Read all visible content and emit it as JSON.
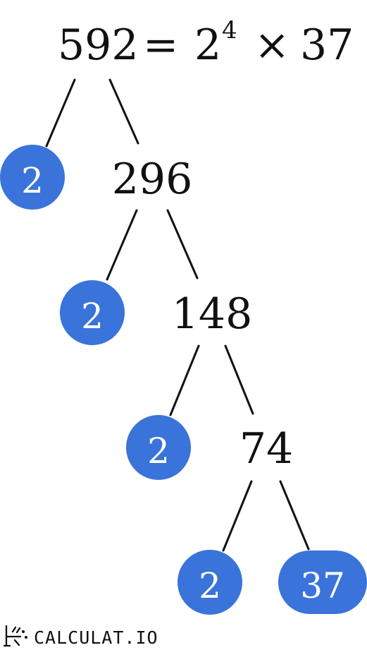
{
  "header": {
    "number": "592",
    "equals": "=",
    "base": "2",
    "exponent": "4",
    "times": "×",
    "remaining_factor": "37"
  },
  "tree": {
    "composites": [
      "296",
      "148",
      "74"
    ],
    "prime_leaves": [
      "2",
      "2",
      "2",
      "2",
      "37"
    ]
  },
  "brand": {
    "name": "CALCULAT.IO"
  },
  "colors": {
    "prime_node_fill": "#3a73d9",
    "line_color": "#111111",
    "text_color": "#111111"
  },
  "icons": {
    "brand_logo": "calculat-logo-icon"
  }
}
